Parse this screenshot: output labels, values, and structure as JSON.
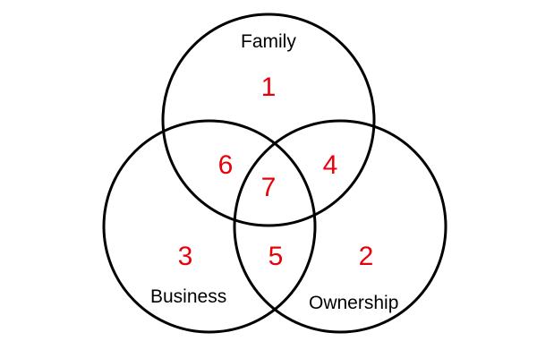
{
  "diagram": {
    "type": "venn",
    "stroke_color": "#000000",
    "number_color": "#e8000b",
    "sets": [
      {
        "id": "family",
        "label": "Family"
      },
      {
        "id": "business",
        "label": "Business"
      },
      {
        "id": "ownership",
        "label": "Ownership"
      }
    ],
    "regions": [
      {
        "number": "1",
        "sets": [
          "family"
        ]
      },
      {
        "number": "2",
        "sets": [
          "ownership"
        ]
      },
      {
        "number": "3",
        "sets": [
          "business"
        ]
      },
      {
        "number": "4",
        "sets": [
          "family",
          "ownership"
        ]
      },
      {
        "number": "5",
        "sets": [
          "business",
          "ownership"
        ]
      },
      {
        "number": "6",
        "sets": [
          "family",
          "business"
        ]
      },
      {
        "number": "7",
        "sets": [
          "family",
          "business",
          "ownership"
        ]
      }
    ]
  }
}
